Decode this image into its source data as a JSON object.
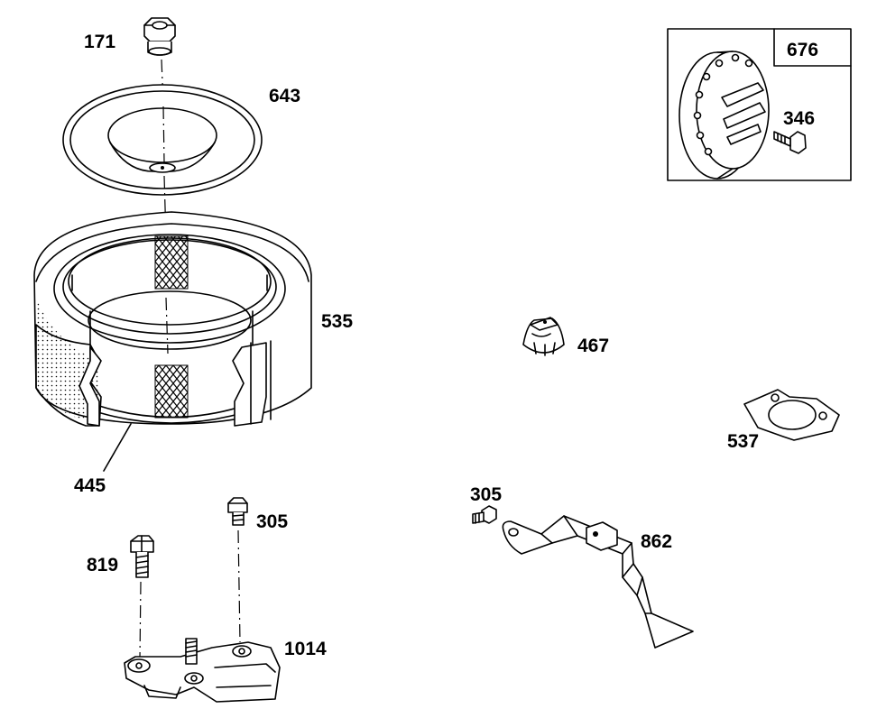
{
  "parts": [
    {
      "id": "p171",
      "number": "171",
      "name": "air-cleaner-knob"
    },
    {
      "id": "p643",
      "number": "643",
      "name": "air-cleaner-cover"
    },
    {
      "id": "p535",
      "number": "535",
      "name": "air-filter-cartridge"
    },
    {
      "id": "p445",
      "number": "445",
      "name": "pre-cleaner"
    },
    {
      "id": "p819",
      "number": "819",
      "name": "hex-screw"
    },
    {
      "id": "p305a",
      "number": "305",
      "name": "screw"
    },
    {
      "id": "p1014",
      "number": "1014",
      "name": "air-cleaner-base"
    },
    {
      "id": "p676",
      "number": "676",
      "name": "kit-box-number"
    },
    {
      "id": "p346",
      "number": "346",
      "name": "kit-screw"
    },
    {
      "id": "p467",
      "number": "467",
      "name": "knob"
    },
    {
      "id": "p537",
      "number": "537",
      "name": "gasket"
    },
    {
      "id": "p305b",
      "number": "305",
      "name": "screw"
    },
    {
      "id": "p862",
      "number": "862",
      "name": "bracket"
    }
  ],
  "labels": {
    "p171": "171",
    "p643": "643",
    "p535": "535",
    "p445": "445",
    "p819": "819",
    "p305a": "305",
    "p1014": "1014",
    "p676": "676",
    "p346": "346",
    "p467": "467",
    "p537": "537",
    "p305b": "305",
    "p862": "862"
  }
}
